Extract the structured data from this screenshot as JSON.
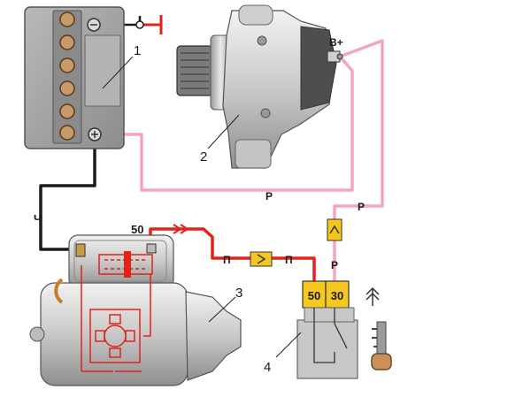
{
  "colors": {
    "wire_pink": "#f2a6c4",
    "wire_red": "#e2231a",
    "wire_black": "#1b1b1b",
    "fuse_yellow": "#f7c61c",
    "relay_terminal_yellow": "#f4c81e",
    "metal_light": "#d6d6d6",
    "metal_dark": "#6e6e6e"
  },
  "components": {
    "battery": {
      "number": "1"
    },
    "alternator": {
      "number": "2",
      "terminal": "B+"
    },
    "starter": {
      "number": "3",
      "terminal": "50"
    },
    "relay": {
      "number": "4",
      "terminal_left": "50",
      "terminal_right": "30"
    }
  },
  "wire_labels": {
    "black_wire": "Ч",
    "pink_alt": "Р",
    "pink_vertical": "Р",
    "pink_relay": "Р",
    "red_left": "П",
    "red_right": "П"
  },
  "icons": {
    "fuse_arrow": "fuse-icon",
    "key": "ignition-key-icon",
    "antenna": "antenna-icon",
    "ground": "ground-icon"
  }
}
